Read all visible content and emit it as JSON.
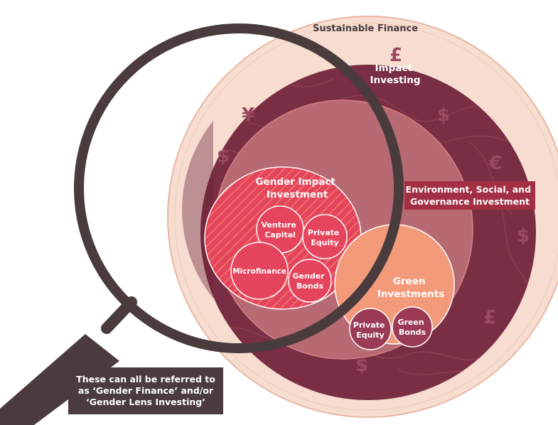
{
  "sustainable_finance": "Sustainable Finance",
  "impact_investing": [
    "Impact",
    "Investing"
  ],
  "esg": [
    "Environment, Social, and",
    "Governance Investment"
  ],
  "gender_impact": [
    "Gender Impact",
    "Investment"
  ],
  "venture_capital": [
    "Venture",
    "Capital"
  ],
  "private_equity_gender": [
    "Private",
    "Equity"
  ],
  "microfinance": "Microfinance",
  "gender_bonds": [
    "Gender",
    "Bonds"
  ],
  "green_investments": [
    "Green",
    "Investments"
  ],
  "private_equity_green": [
    "Private",
    "Equity"
  ],
  "green_bonds": [
    "Green",
    "Bonds"
  ],
  "currency_symbols": [
    "£",
    "¥",
    "$",
    "$",
    "€",
    "$",
    "£",
    "$"
  ],
  "caption": [
    "These can all be referred to",
    "as ‘Gender Finance’ and/or",
    "‘Gender Lens Investing’"
  ],
  "colors": {
    "outer_ring": "#f6ddd0",
    "impact_ring": "#7a2e44",
    "esg_fill": "#b86a73",
    "gender_fill": "#e4445c",
    "green_fill": "#f29a7a",
    "magnifier": "#4a3b3c",
    "esg_label_bg": "#a22f44"
  }
}
